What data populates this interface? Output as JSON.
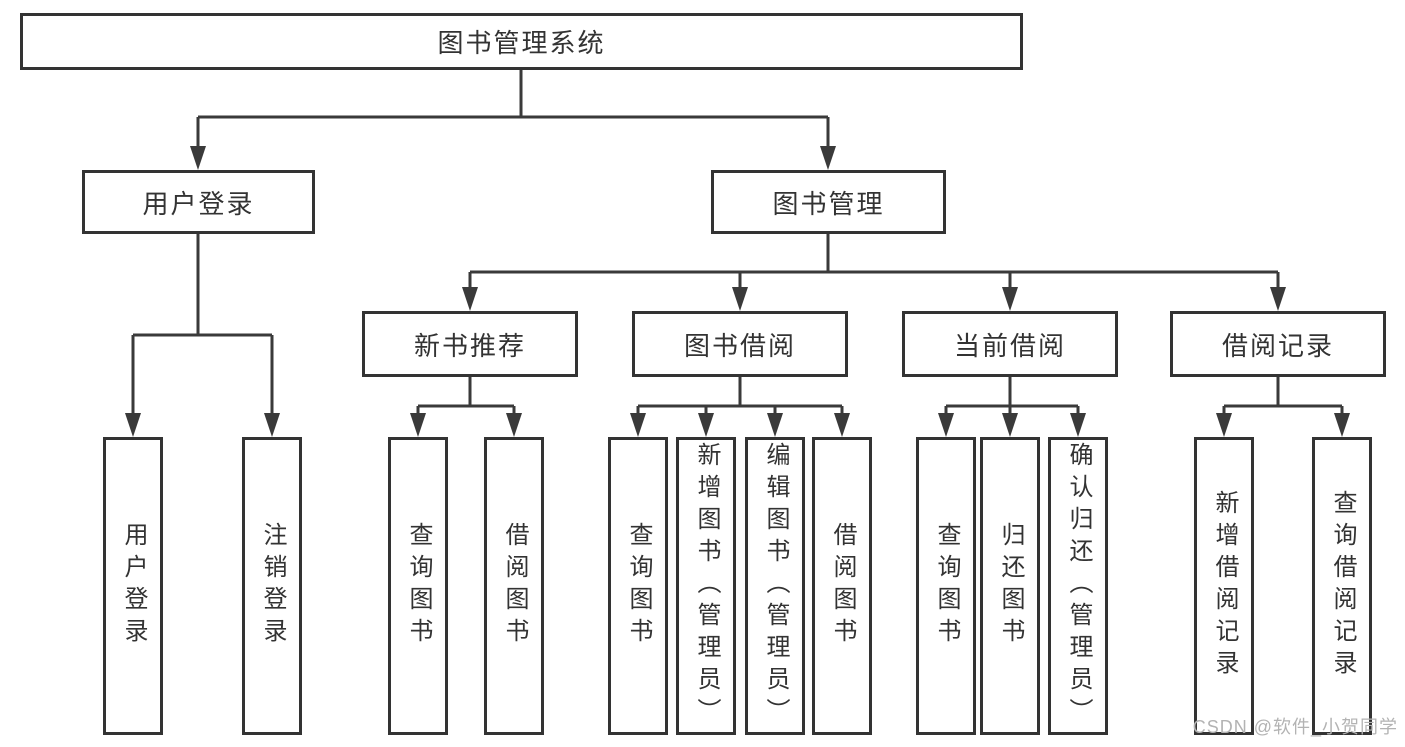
{
  "diagram": {
    "type": "tree",
    "title": "图书管理系统",
    "colors": {
      "line": "#3a3a3a",
      "box_border": "#333333",
      "text": "#333333",
      "background": "#ffffff",
      "watermark": "#b3b3b3"
    },
    "nodes": {
      "root": {
        "label": "图书管理系统"
      },
      "user_login": {
        "label": "用户登录"
      },
      "book_mgmt": {
        "label": "图书管理"
      },
      "new_book_rec": {
        "label": "新书推荐"
      },
      "book_borrow": {
        "label": "图书借阅"
      },
      "current_borrow": {
        "label": "当前借阅"
      },
      "borrow_record": {
        "label": "借阅记录"
      },
      "login": {
        "label": "用户登录"
      },
      "logout": {
        "label": "注销登录"
      },
      "rec_query_book": {
        "label": "查询图书"
      },
      "rec_borrow_book": {
        "label": "借阅图书"
      },
      "bb_query_book": {
        "label": "查询图书"
      },
      "bb_add_book": {
        "label": "新增图书（管理员）"
      },
      "bb_edit_book": {
        "label": "编辑图书（管理员）"
      },
      "bb_borrow_book": {
        "label": "借阅图书"
      },
      "cb_query_book": {
        "label": "查询图书"
      },
      "cb_return_book": {
        "label": "归还图书"
      },
      "cb_confirm_return": {
        "label": "确认归还（管理员）"
      },
      "br_add_record": {
        "label": "新增借阅记录"
      },
      "br_query_record": {
        "label": "查询借阅记录"
      }
    },
    "edges": [
      [
        "root",
        "user_login"
      ],
      [
        "root",
        "book_mgmt"
      ],
      [
        "user_login",
        "login"
      ],
      [
        "user_login",
        "logout"
      ],
      [
        "book_mgmt",
        "new_book_rec"
      ],
      [
        "book_mgmt",
        "book_borrow"
      ],
      [
        "book_mgmt",
        "current_borrow"
      ],
      [
        "book_mgmt",
        "borrow_record"
      ],
      [
        "new_book_rec",
        "rec_query_book"
      ],
      [
        "new_book_rec",
        "rec_borrow_book"
      ],
      [
        "book_borrow",
        "bb_query_book"
      ],
      [
        "book_borrow",
        "bb_add_book"
      ],
      [
        "book_borrow",
        "bb_edit_book"
      ],
      [
        "book_borrow",
        "bb_borrow_book"
      ],
      [
        "current_borrow",
        "cb_query_book"
      ],
      [
        "current_borrow",
        "cb_return_book"
      ],
      [
        "current_borrow",
        "cb_confirm_return"
      ],
      [
        "borrow_record",
        "br_add_record"
      ],
      [
        "borrow_record",
        "br_query_record"
      ]
    ]
  },
  "watermark": {
    "text": "CSDN @软件_小贺同学"
  }
}
